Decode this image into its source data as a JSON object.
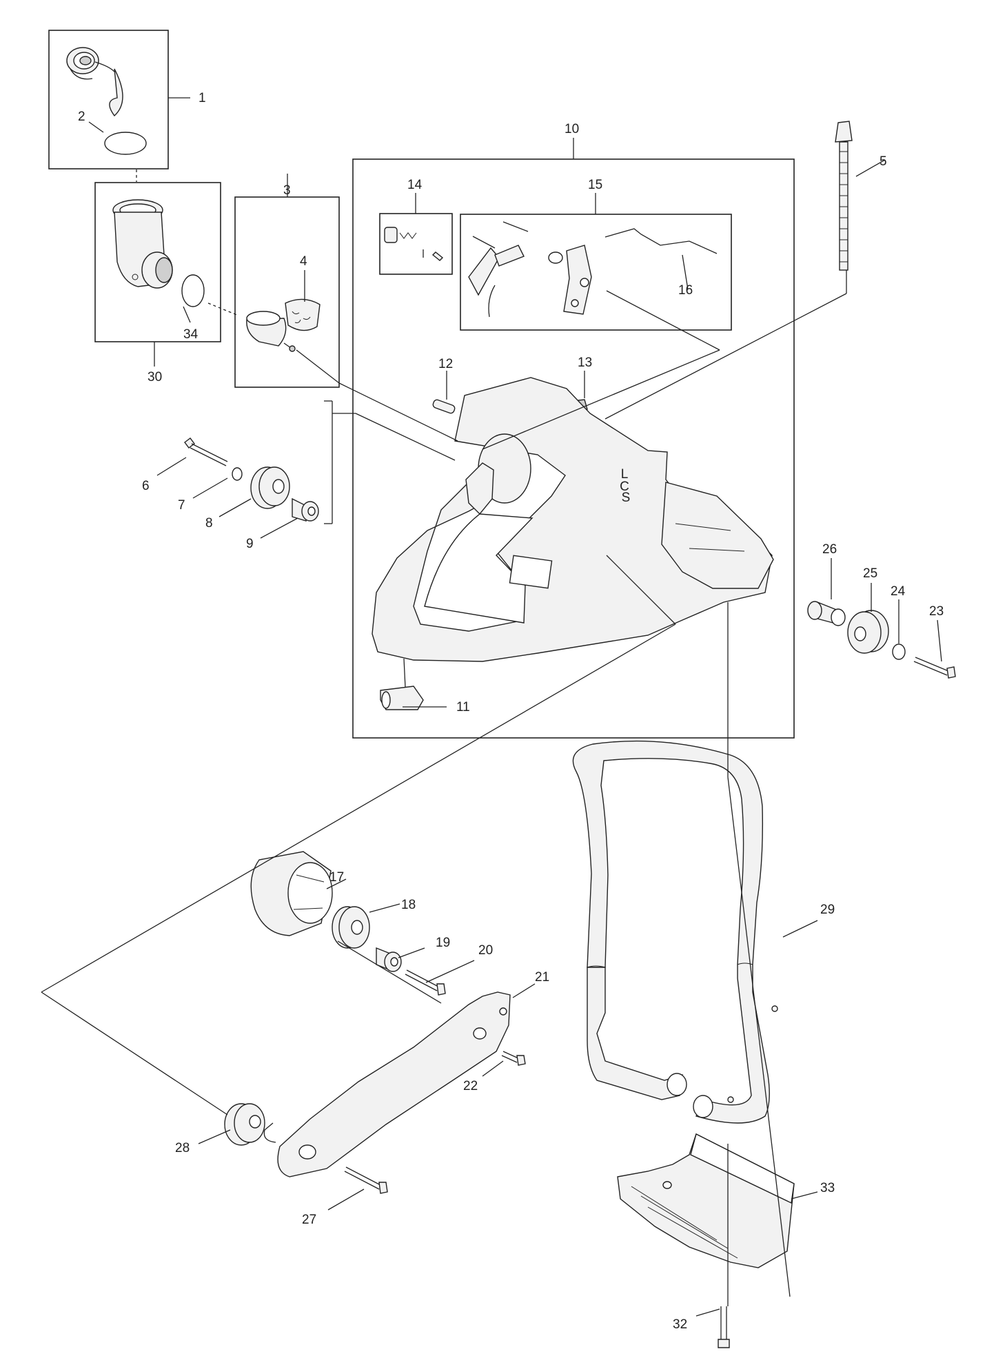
{
  "diagram": {
    "callouts": [
      "1",
      "2",
      "3",
      "4",
      "5",
      "6",
      "7",
      "8",
      "9",
      "10",
      "11",
      "12",
      "13",
      "14",
      "15",
      "16",
      "17",
      "18",
      "19",
      "20",
      "21",
      "22",
      "23",
      "24",
      "25",
      "26",
      "27",
      "28",
      "29",
      "30",
      "32",
      "33",
      "34"
    ],
    "housing_marks": [
      "L",
      "C",
      "S"
    ],
    "colors": {
      "line": "#222222",
      "fill": "#f2f2f2",
      "background": "#ffffff"
    }
  }
}
